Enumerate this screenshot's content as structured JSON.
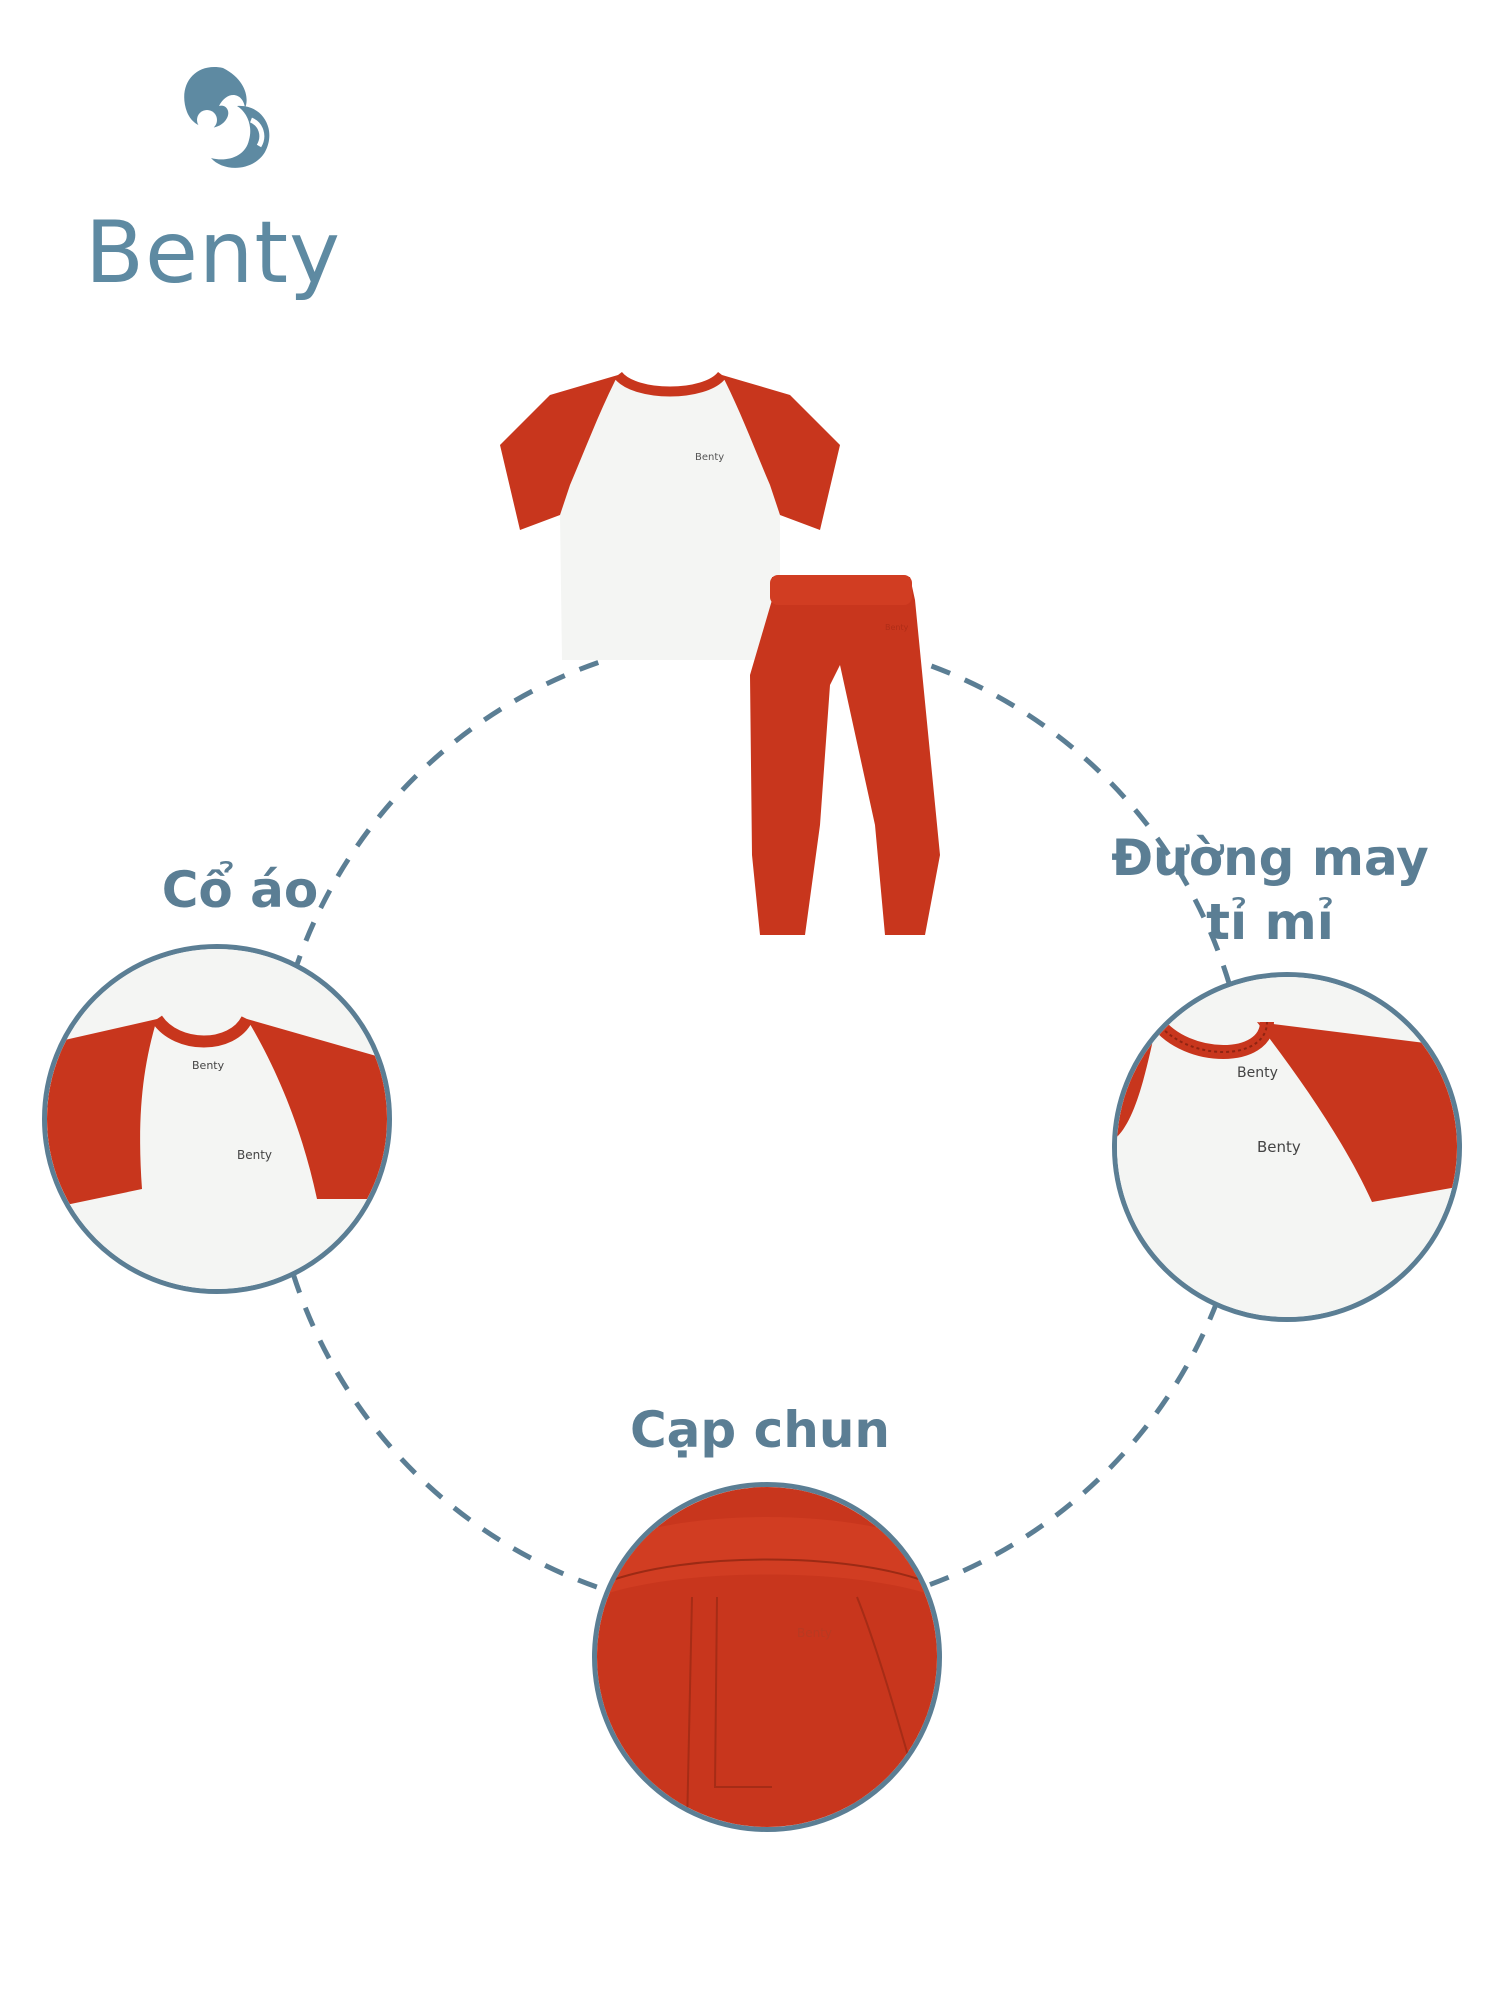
{
  "brand": {
    "name": "Benty",
    "logo_icon": "baby-swirl-logo",
    "color": "#5e8aa2"
  },
  "product": {
    "tshirt_label": "Benty",
    "pants_label": "Benty",
    "colors": {
      "accent": "#c8361d",
      "body": "#f4f5f3"
    }
  },
  "features": {
    "collar": {
      "label": "Cổ áo",
      "shirt_label": "Benty"
    },
    "stitching": {
      "label_line1": "Đường may",
      "label_line2": "tỉ mỉ",
      "shirt_label": "Benty"
    },
    "waistband": {
      "label": "Cạp chun",
      "pants_label": "Benty"
    }
  },
  "ring_color": "#5b7e94"
}
